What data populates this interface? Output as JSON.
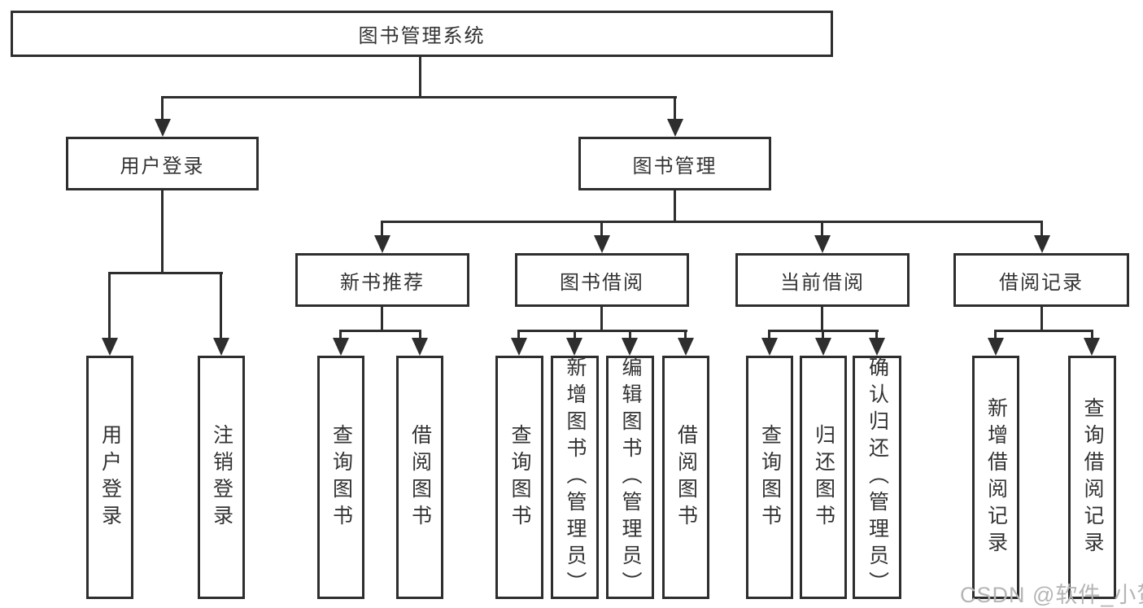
{
  "nodes": {
    "root": "图书管理系统",
    "user_login": "用户登录",
    "book_mgmt": "图书管理",
    "new_book_rec": "新书推荐",
    "book_borrow": "图书借阅",
    "current_borrow": "当前借阅",
    "borrow_records": "借阅记录",
    "leaf_user_login": "用户登录",
    "leaf_logout": "注销登录",
    "leaf_query_book_1": "查询图书",
    "leaf_borrow_book_1": "借阅图书",
    "leaf_query_book_2": "查询图书",
    "leaf_add_book": "新增图书（管理员）",
    "leaf_edit_book": "编辑图书（管理员）",
    "leaf_borrow_book_2": "借阅图书",
    "leaf_query_book_3": "查询图书",
    "leaf_return_book": "归还图书",
    "leaf_confirm_return": "确认归还（管理员）",
    "leaf_add_borrow_record": "新增借阅记录",
    "leaf_query_borrow_record": "查询借阅记录"
  },
  "hierarchy": {
    "root": [
      "user_login",
      "book_mgmt"
    ],
    "user_login": [
      "leaf_user_login",
      "leaf_logout"
    ],
    "book_mgmt": [
      "new_book_rec",
      "book_borrow",
      "current_borrow",
      "borrow_records"
    ],
    "new_book_rec": [
      "leaf_query_book_1",
      "leaf_borrow_book_1"
    ],
    "book_borrow": [
      "leaf_query_book_2",
      "leaf_add_book",
      "leaf_edit_book",
      "leaf_borrow_book_2"
    ],
    "current_borrow": [
      "leaf_query_book_3",
      "leaf_return_book",
      "leaf_confirm_return"
    ],
    "borrow_records": [
      "leaf_add_borrow_record",
      "leaf_query_borrow_record"
    ]
  },
  "watermark": {
    "text": "CSDN @软件_小贺同学"
  },
  "colors": {
    "line": "#2e2e2e",
    "text": "#333333",
    "watermark": "#b5b5b5",
    "background": "#ffffff"
  }
}
